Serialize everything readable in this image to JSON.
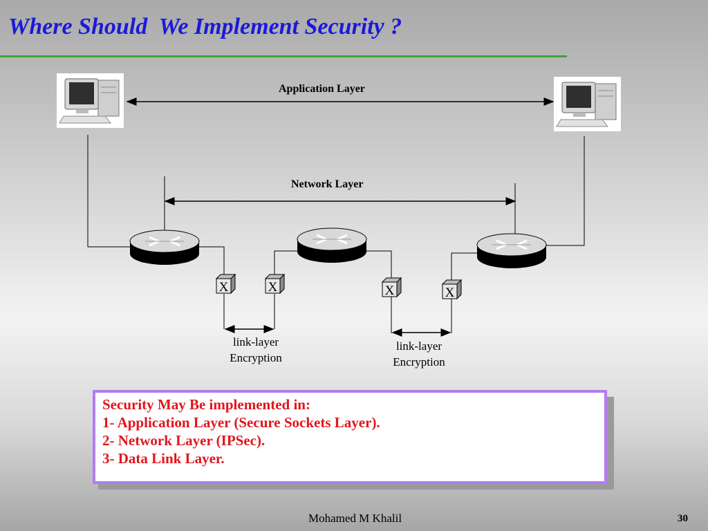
{
  "slide": {
    "title": "Where Should  We Implement Security ?",
    "page_number": "30",
    "author": "Mohamed M Khalil"
  },
  "diagram": {
    "application_layer_label": "Application Layer",
    "network_layer_label": "Network Layer",
    "link_labels": [
      {
        "line1": "link-layer",
        "line2": "Encryption"
      },
      {
        "line1": "link-layer",
        "line2": "Encryption"
      }
    ],
    "encryptor_glyph": "X"
  },
  "info_box": {
    "lines": [
      "Security May Be implemented in:",
      "1- Application Layer (Secure Sockets Layer).",
      "2- Network Layer (IPSec).",
      "3- Data Link Layer."
    ]
  }
}
